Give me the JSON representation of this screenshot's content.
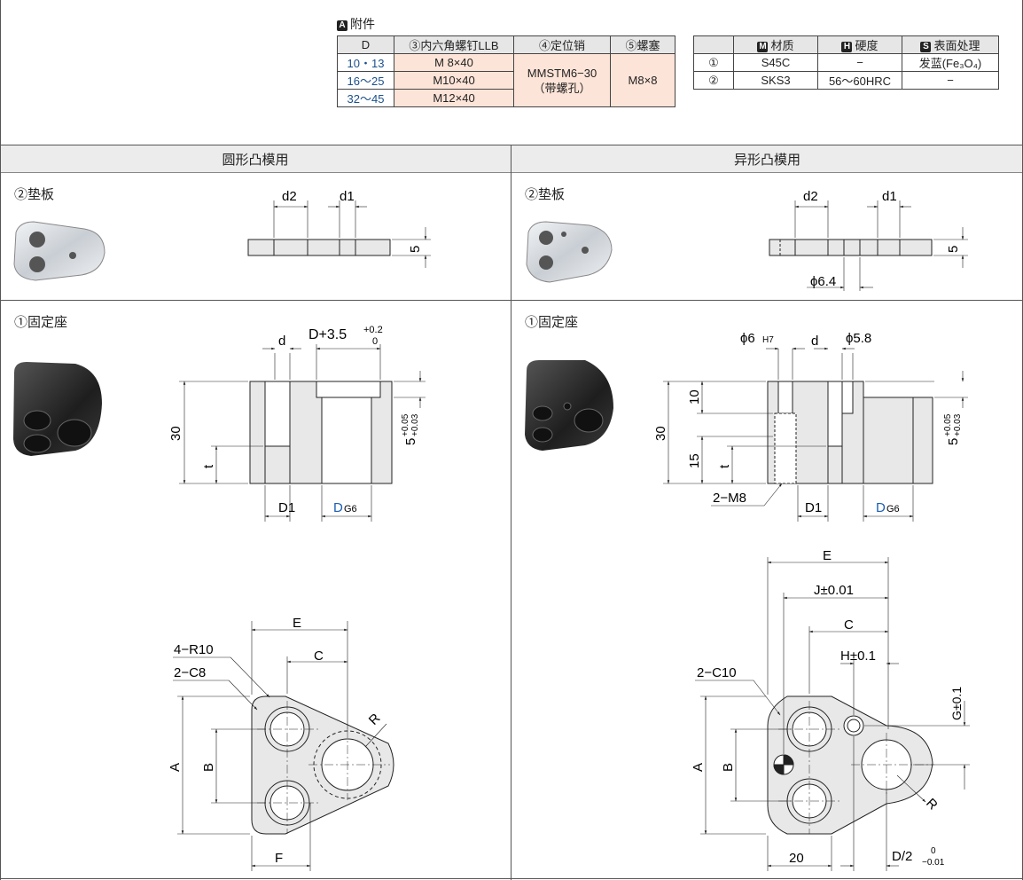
{
  "acc": {
    "title": "附件",
    "badge": "A",
    "headers": [
      "D",
      "③内六角螺钉LLB",
      "④定位销",
      "⑤螺塞"
    ],
    "rows": [
      {
        "d": "10・13",
        "screw": "M  8×40"
      },
      {
        "d": "16〜25",
        "screw": "M10×40"
      },
      {
        "d": "32〜45",
        "screw": "M12×40"
      }
    ],
    "pin_line1": "MMSTM6−30",
    "pin_line2": "（带螺孔）",
    "plug": "M8×8"
  },
  "mat": {
    "headers": [
      {
        "badge": "M",
        "text": "材质"
      },
      {
        "badge": "H",
        "text": "硬度"
      },
      {
        "badge": "S",
        "text": "表面处理"
      }
    ],
    "rows": [
      {
        "no": "①",
        "material": "S45C",
        "hardness": "−",
        "surface": "发蓝(Fe₃O₄)"
      },
      {
        "no": "②",
        "material": "SKS3",
        "hardness": "56〜60HRC",
        "surface": "−"
      }
    ]
  },
  "sections": {
    "left": "圆形凸模用",
    "right": "异形凸模用"
  },
  "labels": {
    "plate": "②垫板",
    "seat": "①固定座"
  },
  "dims": {
    "d2": "d2",
    "d1": "d1",
    "five": "5",
    "phi64": "ϕ6.4",
    "d": "d",
    "Dplus": "D+3.5",
    "tol_up": "+0.2",
    "tol_zero": "0",
    "thirty": "30",
    "t": "t",
    "D1": "D1",
    "DG6_D": "D",
    "DG6_sub": "G6",
    "five_tol": "5",
    "tol_p005": "+0.05",
    "tol_p003": "+0.03",
    "phi6h7": "ϕ6",
    "h7": "H7",
    "phi58": "ϕ5.8",
    "ten": "10",
    "fifteen": "15",
    "m8": "2−M8",
    "E": "E",
    "C": "C",
    "A": "A",
    "B": "B",
    "F": "F",
    "R": "R",
    "r10": "4−R10",
    "c8": "2−C8",
    "c10": "2−C10",
    "J": "J±0.01",
    "H": "H±0.1",
    "G": "G±0.1",
    "twenty": "20",
    "Dhalf": "D/2",
    "dh_up": "0",
    "dh_low": "−0.01"
  }
}
